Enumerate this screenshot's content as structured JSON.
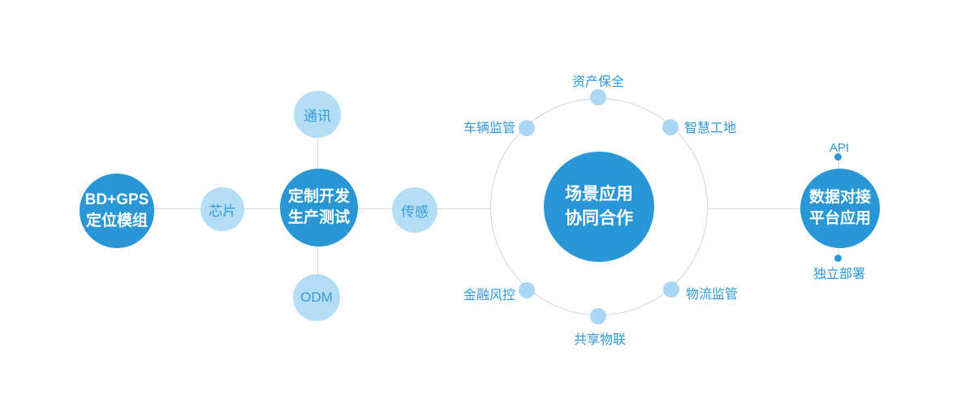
{
  "nodes": {
    "bd_gps": {
      "line1": "BD+GPS",
      "line2": "定位模组"
    },
    "chip": {
      "label": "芯片"
    },
    "custom": {
      "line1": "定制开发",
      "line2": "生产测试"
    },
    "comm": {
      "label": "通讯"
    },
    "odm": {
      "label": "ODM"
    },
    "sensor": {
      "label": "传感"
    },
    "center": {
      "line1": "场景应用",
      "line2": "协同合作"
    },
    "data_platform": {
      "line1": "数据对接",
      "line2": "平台应用"
    }
  },
  "ring_labels": {
    "top": "资产保全",
    "upper_left": "车辆监管",
    "upper_right": "智慧工地",
    "lower_left": "金融风控",
    "lower_right": "物流监管",
    "bottom": "共享物联"
  },
  "right_annotations": {
    "top": "API",
    "bottom": "独立部署"
  },
  "colors": {
    "primary_blue": "#2996d6",
    "light_blue": "#b4def5",
    "light_circle_text": "#359bd9",
    "label_blue": "#2e97d9",
    "dot_blue": "#a9d6f2",
    "line_gray": "#d9d9d9",
    "ring_gray": "#d4d4d4",
    "background": "#ffffff"
  }
}
